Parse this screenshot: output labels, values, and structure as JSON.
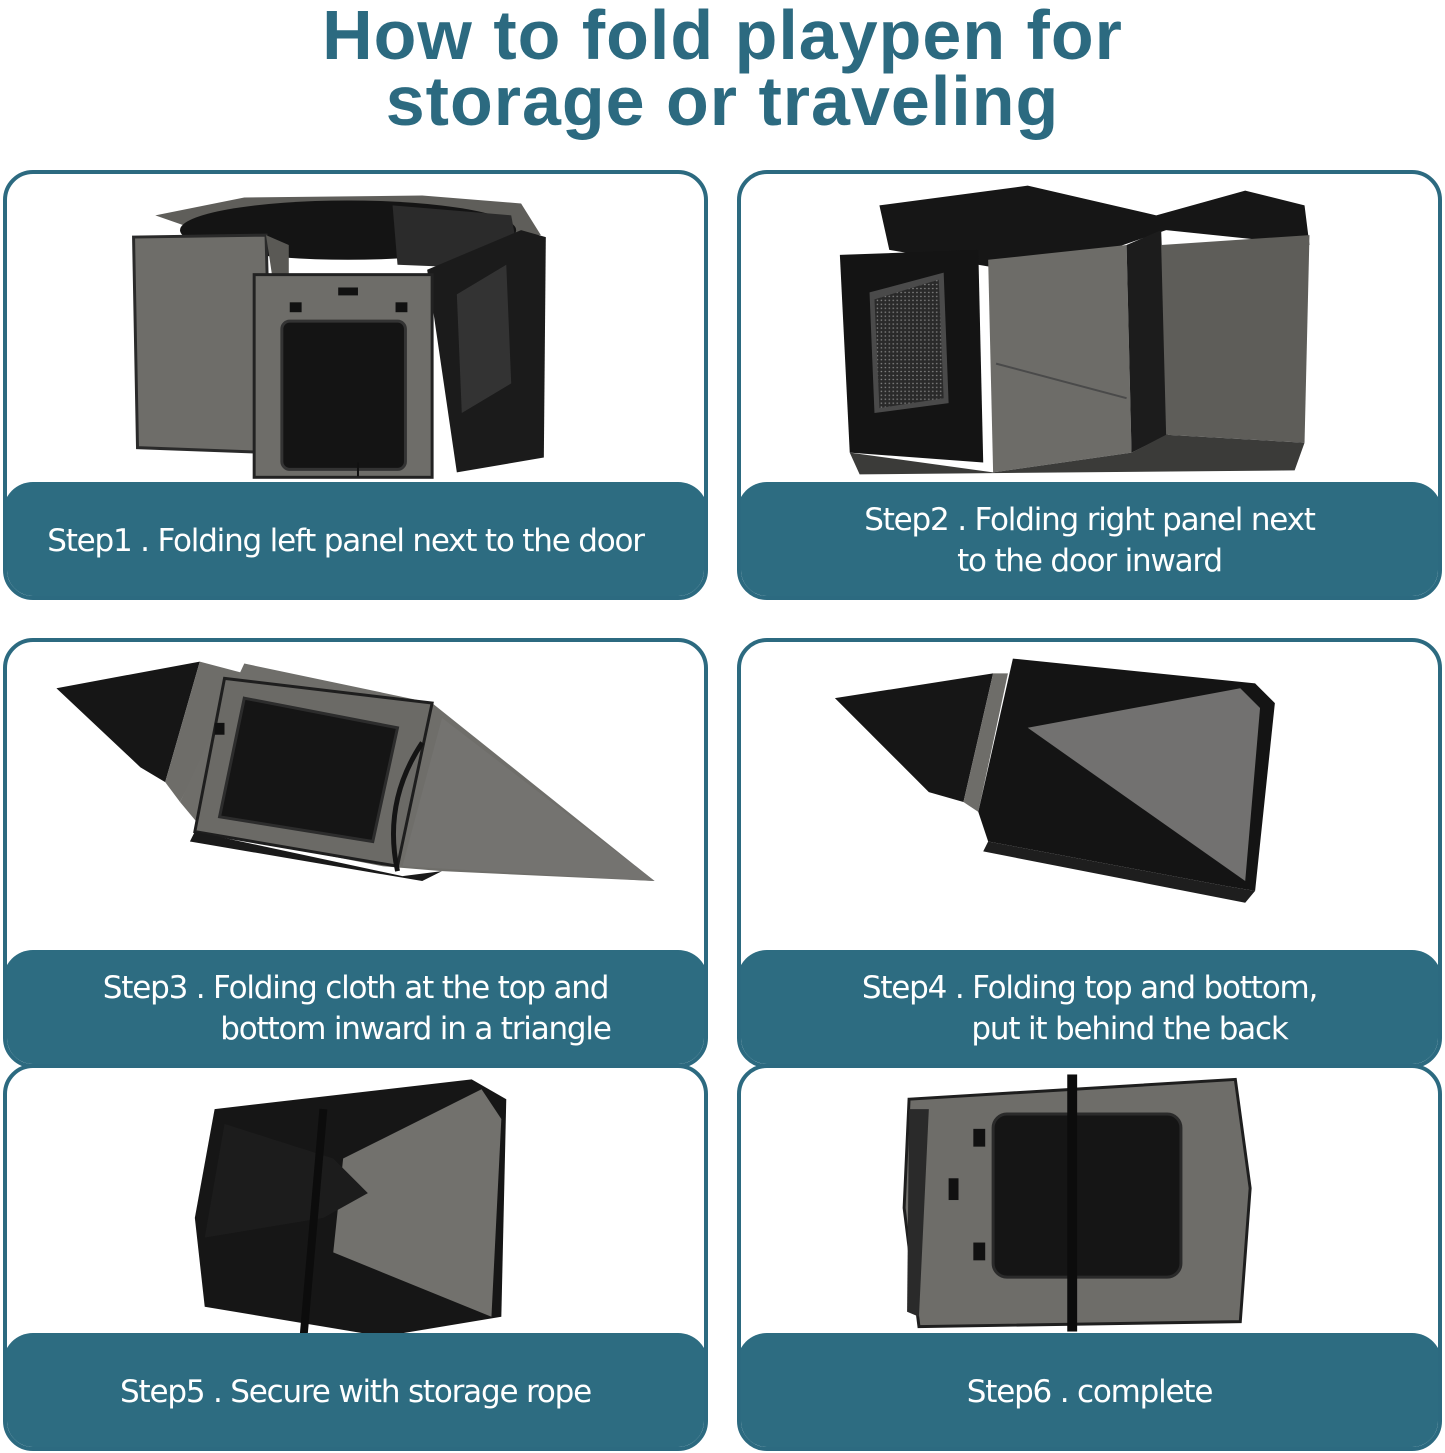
{
  "title": {
    "line1": "How to fold playpen for",
    "line2": "storage or traveling"
  },
  "colors": {
    "accent": "#2c6a80",
    "caption_bg": "#2d6c81",
    "caption_text": "#ffffff",
    "fabric_gray": "#6b6a66",
    "mesh_black": "#1a1a1a"
  },
  "steps": [
    {
      "label": "Step1",
      "line1": "Step1 . Folding left panel next to the door",
      "line2": "",
      "image": "playpen-open-left-panel-folded"
    },
    {
      "label": "Step2",
      "line1": "Step2 . Folding right panel next",
      "line2": "to the door inward",
      "image": "playpen-right-panel-folded"
    },
    {
      "label": "Step3",
      "line1": "Step3 . Folding cloth at the top and",
      "line2": "bottom inward in a triangle",
      "image": "playpen-flattened-diamond"
    },
    {
      "label": "Step4",
      "line1": "Step4 . Folding top and bottom,",
      "line2": "put it behind the back",
      "image": "playpen-folded-triangle"
    },
    {
      "label": "Step5",
      "line1": "Step5 . Secure with storage rope",
      "line2": "",
      "image": "playpen-secured-with-rope"
    },
    {
      "label": "Step6",
      "line1": "Step6 . complete",
      "line2": "",
      "image": "playpen-folded-complete"
    }
  ]
}
